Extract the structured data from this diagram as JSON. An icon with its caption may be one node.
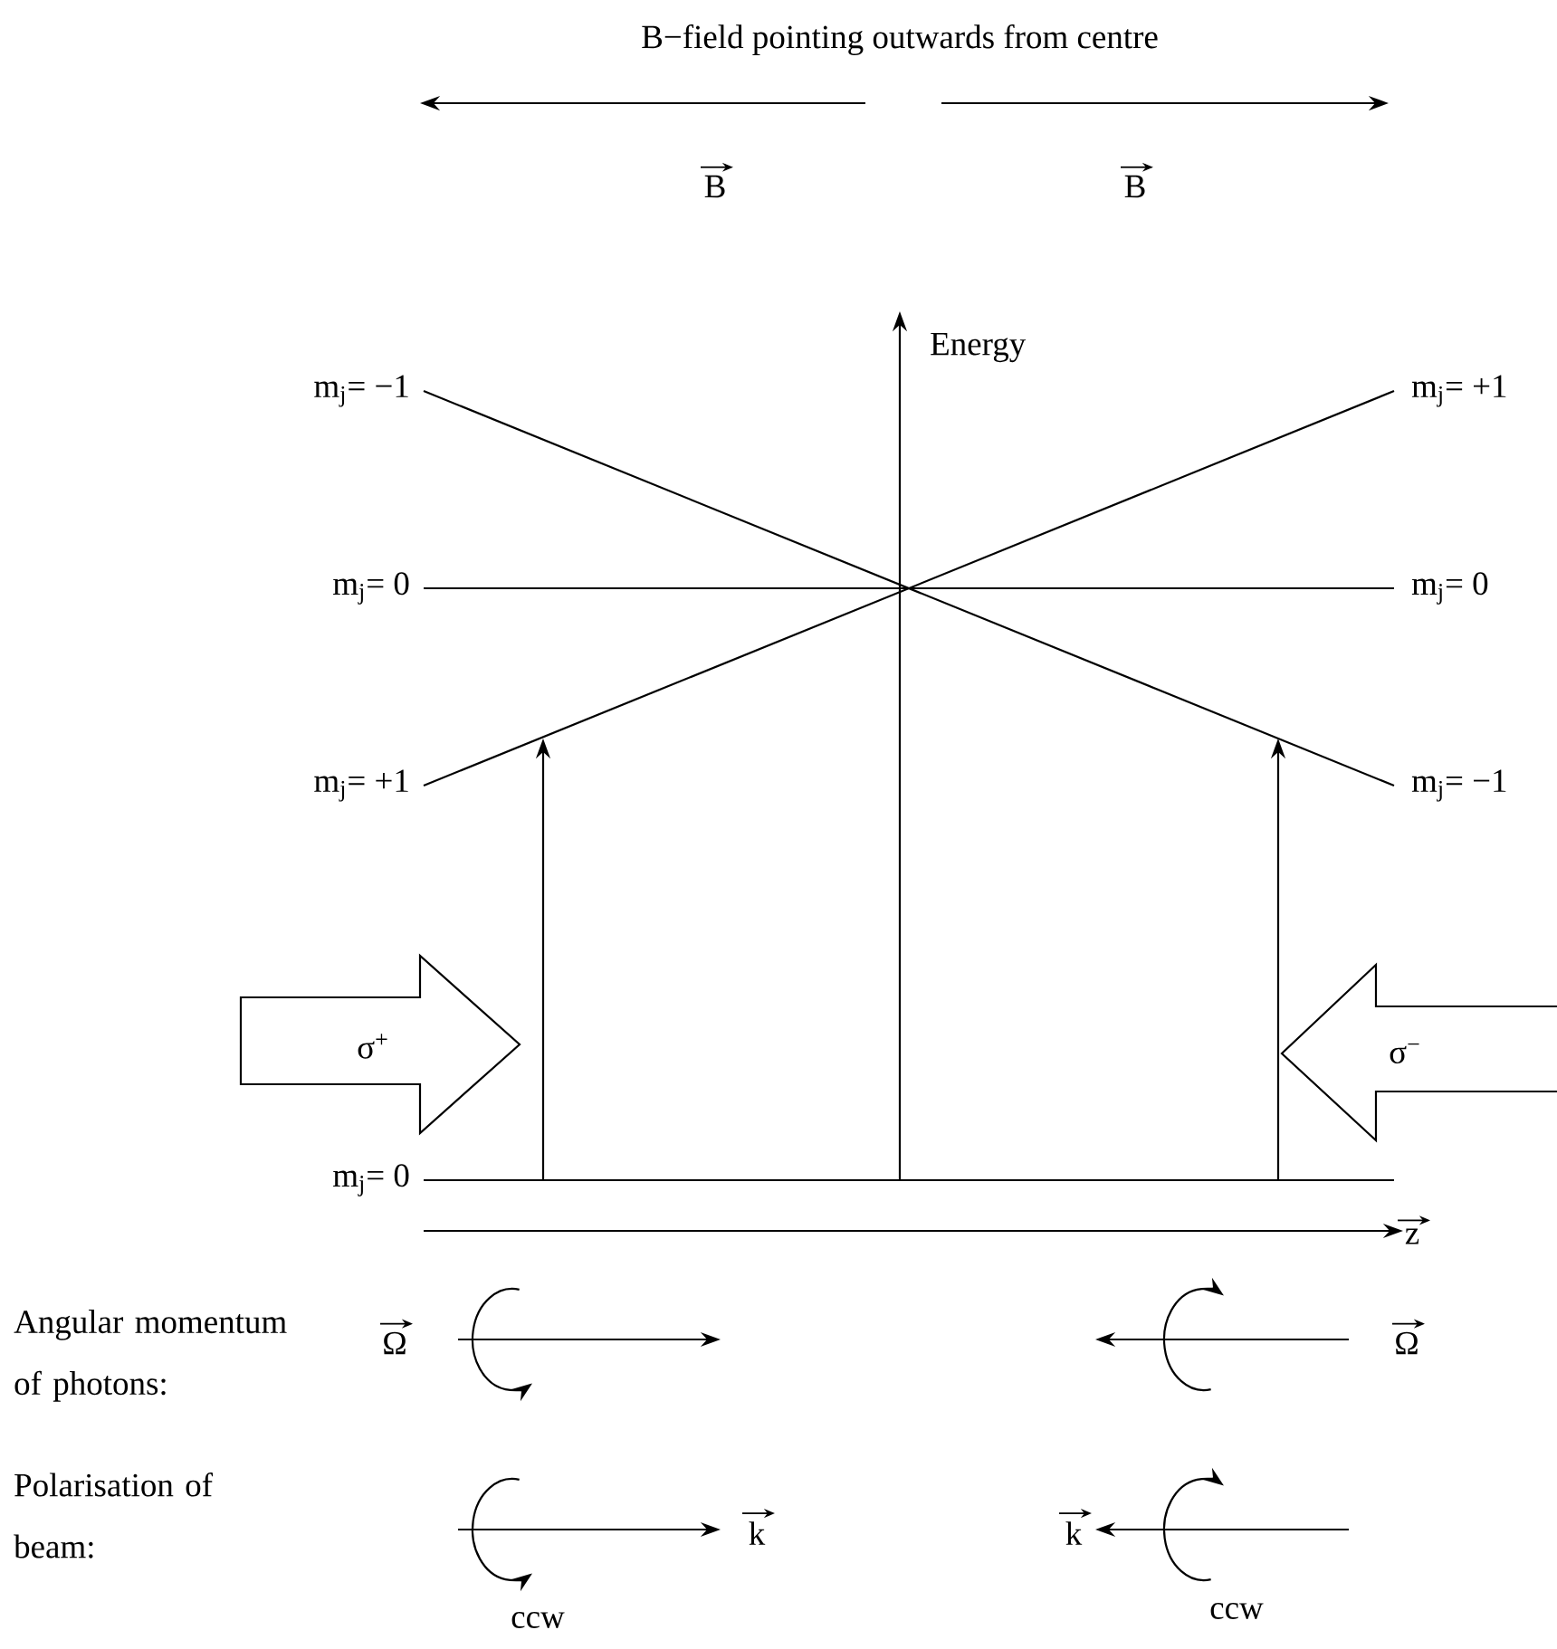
{
  "diagram": {
    "nodes": [
      {
        "text": [
          "σ$^{+}$"
        ]
      },
      {
        "text": [
          "σ$^{−}$"
        ]
      }
    ],
    "labels": [
      "B−field pointing outwards from centre",
      "B",
      "B",
      "Energy",
      "m$_{j}$= −1",
      "m$_{j}$= +1",
      "m$_{j}$= 0",
      "m$_{j}$= 0",
      "m$_{j}$= +1",
      "m$_{j}$= −1",
      "m$_{j}$= 0",
      "z",
      "Angular momentum of photons:",
      "Ω",
      "Ω",
      "Polarisation of beam:",
      "k",
      "k",
      "ccw",
      "ccw"
    ]
  }
}
